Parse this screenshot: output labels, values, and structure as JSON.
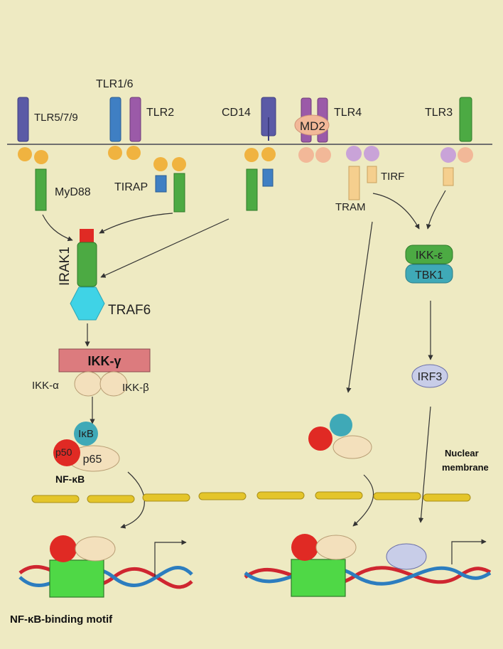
{
  "colors": {
    "background": "#eeeac2",
    "tlr_blue_purple": "#5b5aa6",
    "tlr_blue": "#3f7fc3",
    "tlr_purple": "#9b5aa8",
    "adaptor_orange": "#f0b340",
    "adaptor_peach": "#f2b898",
    "adaptor_lilac": "#c9a3d8",
    "green": "#4caa43",
    "red": "#e02a24",
    "cyan": "#3fd3e6",
    "teal": "#3fa9b7",
    "ikk_gamma_pink": "#dc7b7e",
    "cream": "#f3e0bc",
    "tram_tan": "#f5cf8e",
    "irf3_lavender": "#c8cde8",
    "membrane_yellow": "#e4c52a",
    "dna_red": "#cf2630",
    "dna_blue": "#2c7dbf"
  },
  "labels": {
    "tlr579": "TLR5/7/9",
    "tlr16": "TLR1/6",
    "tlr2": "TLR2",
    "cd14": "CD14",
    "tlr4": "TLR4",
    "md2": "MD2",
    "tlr3": "TLR3",
    "myd88": "MyD88",
    "tirap": "TIRAP",
    "tirf": "TIRF",
    "tram": "TRAM",
    "irak1": "IRAK1",
    "traf6": "TRAF6",
    "ikk_epsilon": "IKK-ε",
    "tbk1": "TBK1",
    "ikk_gamma": "IKK-γ",
    "ikk_alpha": "IKK-α",
    "ikk_beta": "IKK-β",
    "irf3": "IRF3",
    "ikb": "IκB",
    "p50": "p50",
    "p65": "p65",
    "nfkb": "NF-κB",
    "nuclear_line1": "Nuclear",
    "nuclear_line2": "membrane",
    "binding_motif": "NF-κB-binding motif"
  }
}
